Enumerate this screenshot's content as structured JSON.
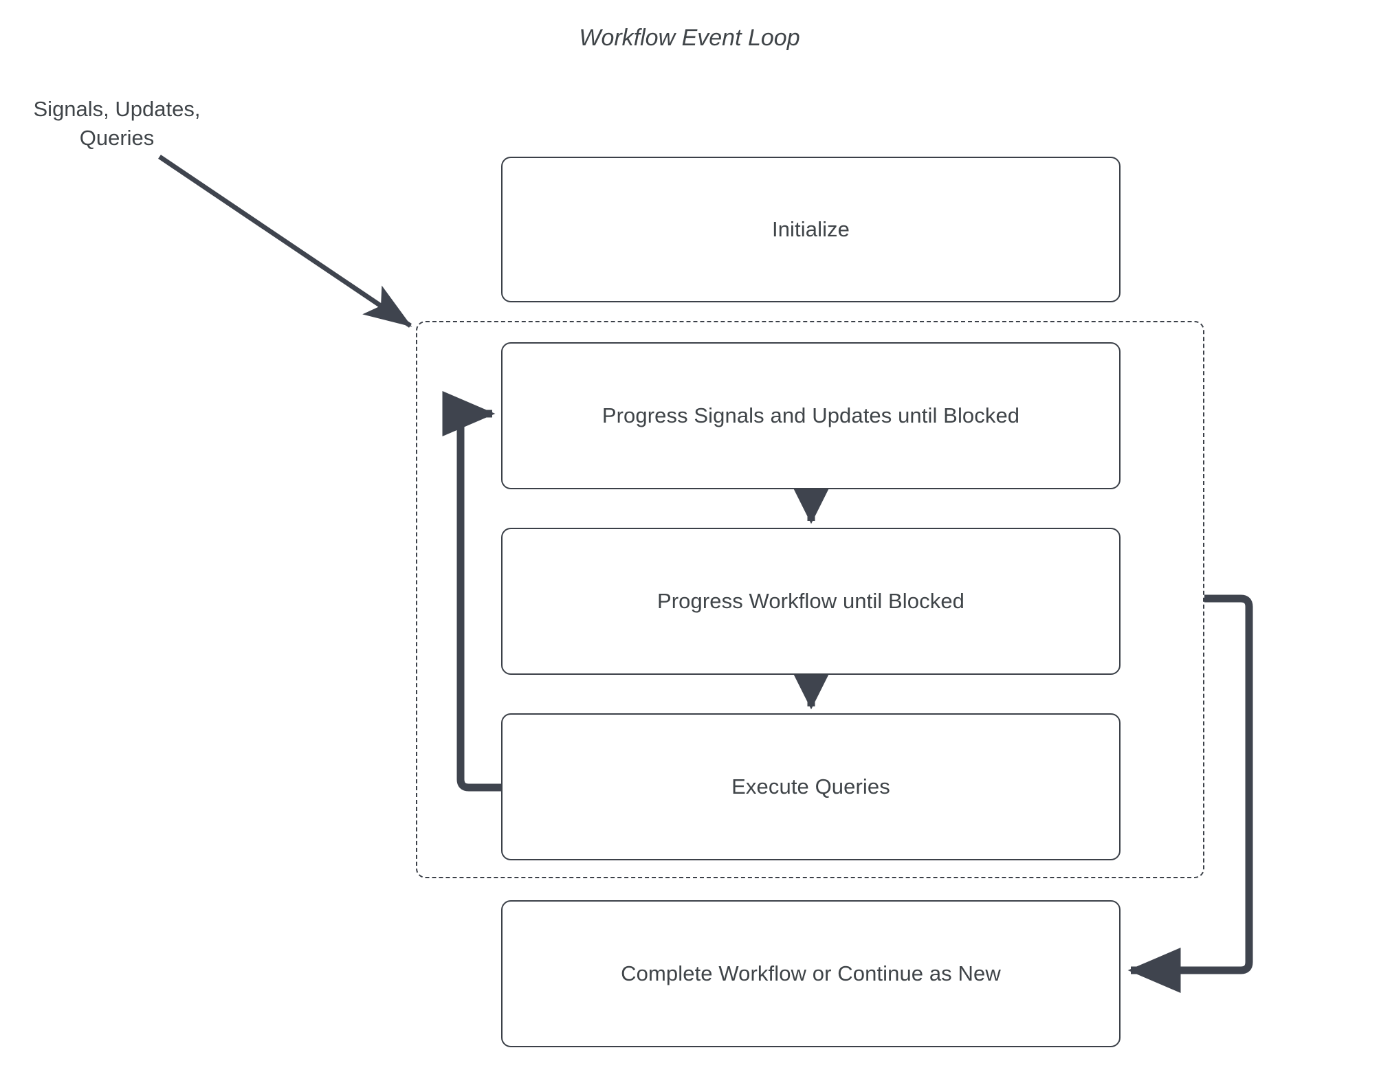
{
  "diagram": {
    "title": "Workflow Event Loop",
    "external_input": {
      "line1": "Signals, Updates,",
      "line2": "Queries"
    },
    "nodes": {
      "initialize": "Initialize",
      "progress_signals": "Progress Signals and Updates until Blocked",
      "progress_workflow": "Progress Workflow until Blocked",
      "execute_queries": "Execute Queries",
      "complete_workflow": "Complete Workflow or Continue as New"
    },
    "colors": {
      "stroke": "#3b4048",
      "text": "#3f4448",
      "arrow": "#3f444e",
      "background": "#ffffff"
    }
  }
}
